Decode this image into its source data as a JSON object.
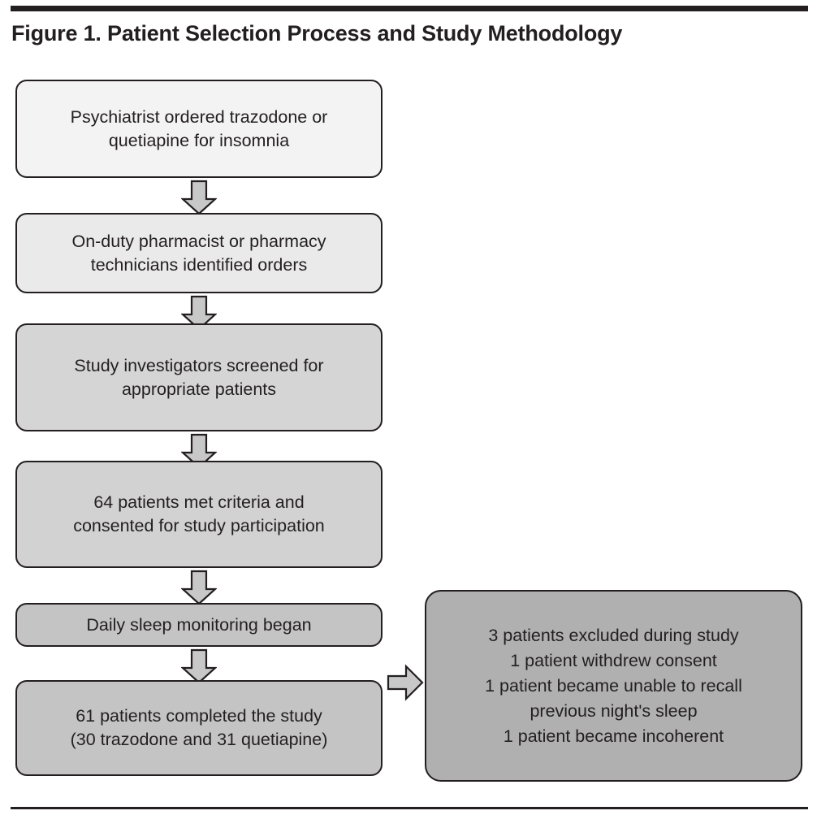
{
  "figure": {
    "title": "Figure 1. Patient Selection Process and Study Methodology",
    "rule_color": "#231f20"
  },
  "chart_data": {
    "type": "diagram",
    "subtype": "flowchart",
    "title": "Figure 1. Patient Selection Process and Study Methodology",
    "orientation": "top-to-bottom with one right branch",
    "nodes": [
      {
        "id": "node-1",
        "text": "Psychiatrist ordered trazodone or quetiapine for insomnia",
        "fill": "#f3f3f3",
        "order": 1
      },
      {
        "id": "node-2",
        "text": "On-duty pharmacist or pharmacy technicians identified orders",
        "fill": "#eaeaea",
        "order": 2
      },
      {
        "id": "node-3",
        "text": "Study investigators screened for appropriate patients",
        "fill": "#d5d5d5",
        "order": 3
      },
      {
        "id": "node-4",
        "text": "64 patients met criteria and consented for study participation",
        "fill": "#d2d2d2",
        "order": 4,
        "value": 64
      },
      {
        "id": "node-5",
        "text": "Daily sleep monitoring began",
        "fill": "#c4c4c4",
        "order": 5
      },
      {
        "id": "node-6",
        "text": "61 patients completed the study (30 trazodone and 31 quetiapine)",
        "fill": "#c4c4c4",
        "order": 6,
        "value": 61,
        "breakdown": {
          "trazodone": 30,
          "quetiapine": 31
        }
      },
      {
        "id": "node-excluded",
        "text": "3 patients excluded during study 1 patient withdrew consent 1 patient became unable to recall previous night's sleep 1 patient became incoherent",
        "fill": "#b0b0b0",
        "order": 7,
        "value": 3
      }
    ],
    "edges": [
      {
        "from": "node-1",
        "to": "node-2",
        "direction": "down"
      },
      {
        "from": "node-2",
        "to": "node-3",
        "direction": "down"
      },
      {
        "from": "node-3",
        "to": "node-4",
        "direction": "down"
      },
      {
        "from": "node-4",
        "to": "node-5",
        "direction": "down"
      },
      {
        "from": "node-5",
        "to": "node-6",
        "direction": "down"
      },
      {
        "from": "node-5",
        "to": "node-excluded",
        "direction": "right"
      }
    ],
    "arrow_fill": "#c8c8c8",
    "arrow_stroke": "#231f20"
  },
  "nodes": {
    "n1": {
      "line1": "Psychiatrist ordered trazodone or",
      "line2": "quetiapine for insomnia"
    },
    "n2": {
      "line1": "On-duty pharmacist or pharmacy",
      "line2": "technicians identified orders"
    },
    "n3": {
      "line1": "Study investigators screened for",
      "line2": "appropriate patients"
    },
    "n4": {
      "line1": "64 patients met criteria and",
      "line2": "consented for study participation"
    },
    "n5": {
      "line1": "Daily sleep monitoring began"
    },
    "n6": {
      "line1": "61 patients completed the study",
      "line2": "(30 trazodone and 31 quetiapine)"
    },
    "excluded": {
      "line1": "3 patients excluded during study",
      "line2": "1 patient withdrew consent",
      "line3": "1 patient became unable to recall",
      "line4": "previous night's sleep",
      "line5": "1 patient became incoherent"
    }
  }
}
